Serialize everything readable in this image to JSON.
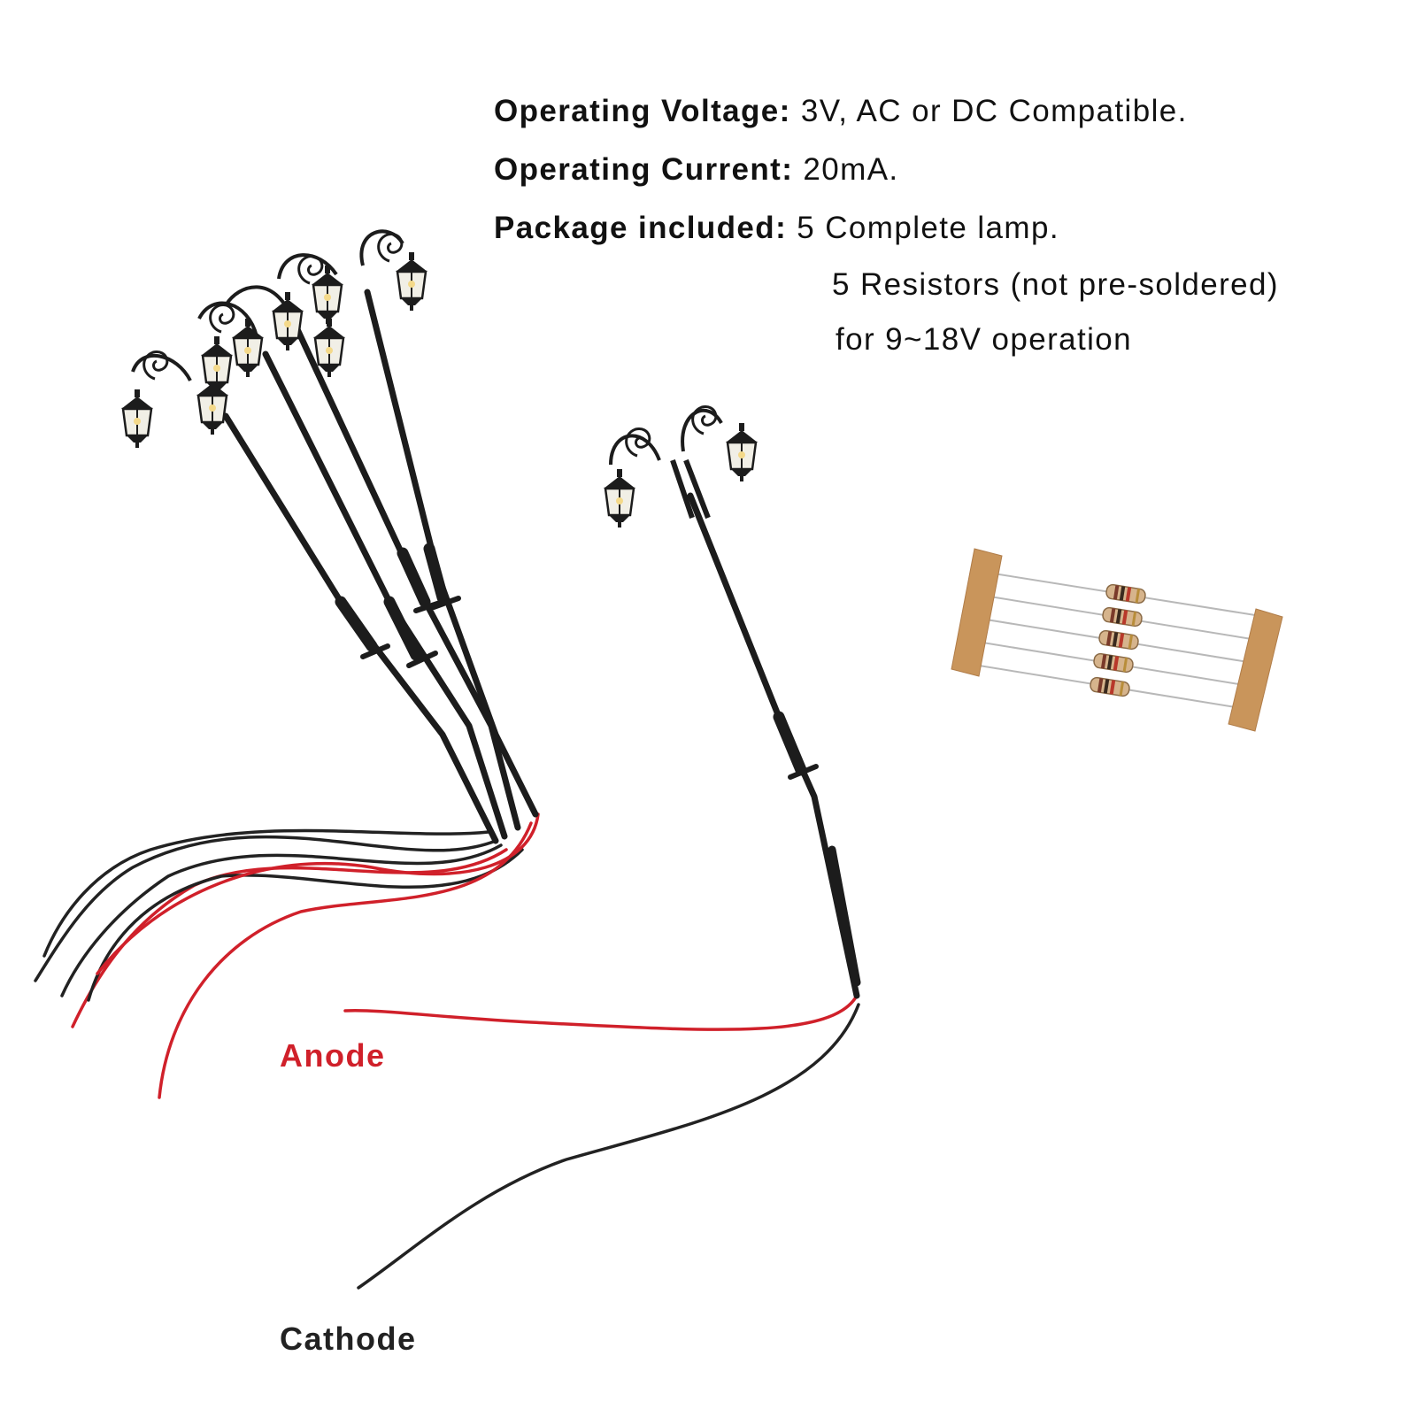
{
  "specs": {
    "voltage": {
      "label": "Operating Voltage:",
      "value": "3V, AC or DC Compatible."
    },
    "current": {
      "label": "Operating Current:",
      "value": "20mA."
    },
    "package": {
      "label": "Package included:",
      "value": "5 Complete lamp.",
      "line2": "5 Resistors (not pre-soldered)",
      "line3": "for 9~18V operation"
    }
  },
  "labels": {
    "anode": "Anode",
    "cathode": "Cathode"
  },
  "colors": {
    "anode_red": "#d0202a",
    "cathode_black": "#222222",
    "pole_black": "#1c1c1c",
    "tape_brown": "#c9955b"
  },
  "product": {
    "lamp_count": 5,
    "resistor_count": 5
  }
}
